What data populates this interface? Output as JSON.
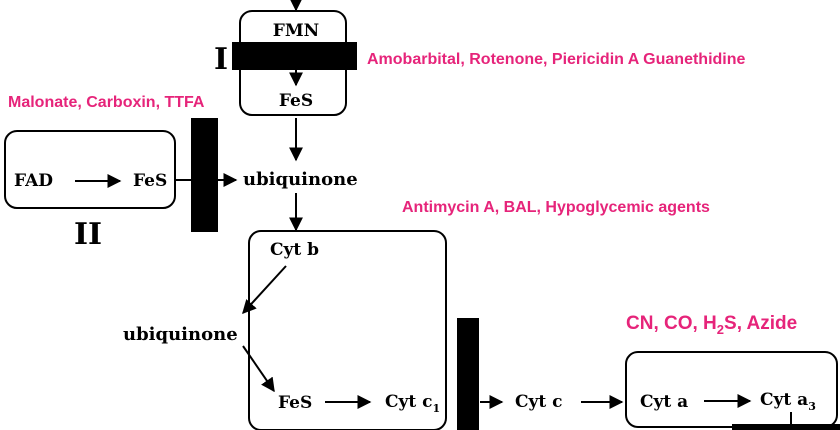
{
  "complexes": {
    "I": {
      "label": "I",
      "members": [
        "FMN",
        "FeS"
      ]
    },
    "II": {
      "label": "II",
      "members": [
        "FAD",
        "FeS"
      ]
    },
    "III": {
      "members": [
        "Cyt b",
        "FeS",
        "Cyt c",
        "1"
      ]
    },
    "IV": {
      "members": [
        "Cyt a",
        "Cyt a",
        "3"
      ]
    }
  },
  "carriers": {
    "ubiquinone_main": "ubiquinone",
    "ubiquinone_cycle": "ubiquinone",
    "cyt_c": "Cyt c"
  },
  "inhibitors": {
    "complex_I": "Amobarbital, Rotenone, Piericidin A Guanethidine",
    "complex_II": "Malonate, Carboxin, TTFA",
    "complex_III": "Antimycin A, BAL, Hypoglycemic agents",
    "complex_IV": {
      "parts": [
        "CN, CO, H",
        "2",
        "S, Azide"
      ]
    }
  },
  "colors": {
    "inhibitor_text": "#e6247a",
    "ink": "#000000",
    "block": "#000000"
  }
}
